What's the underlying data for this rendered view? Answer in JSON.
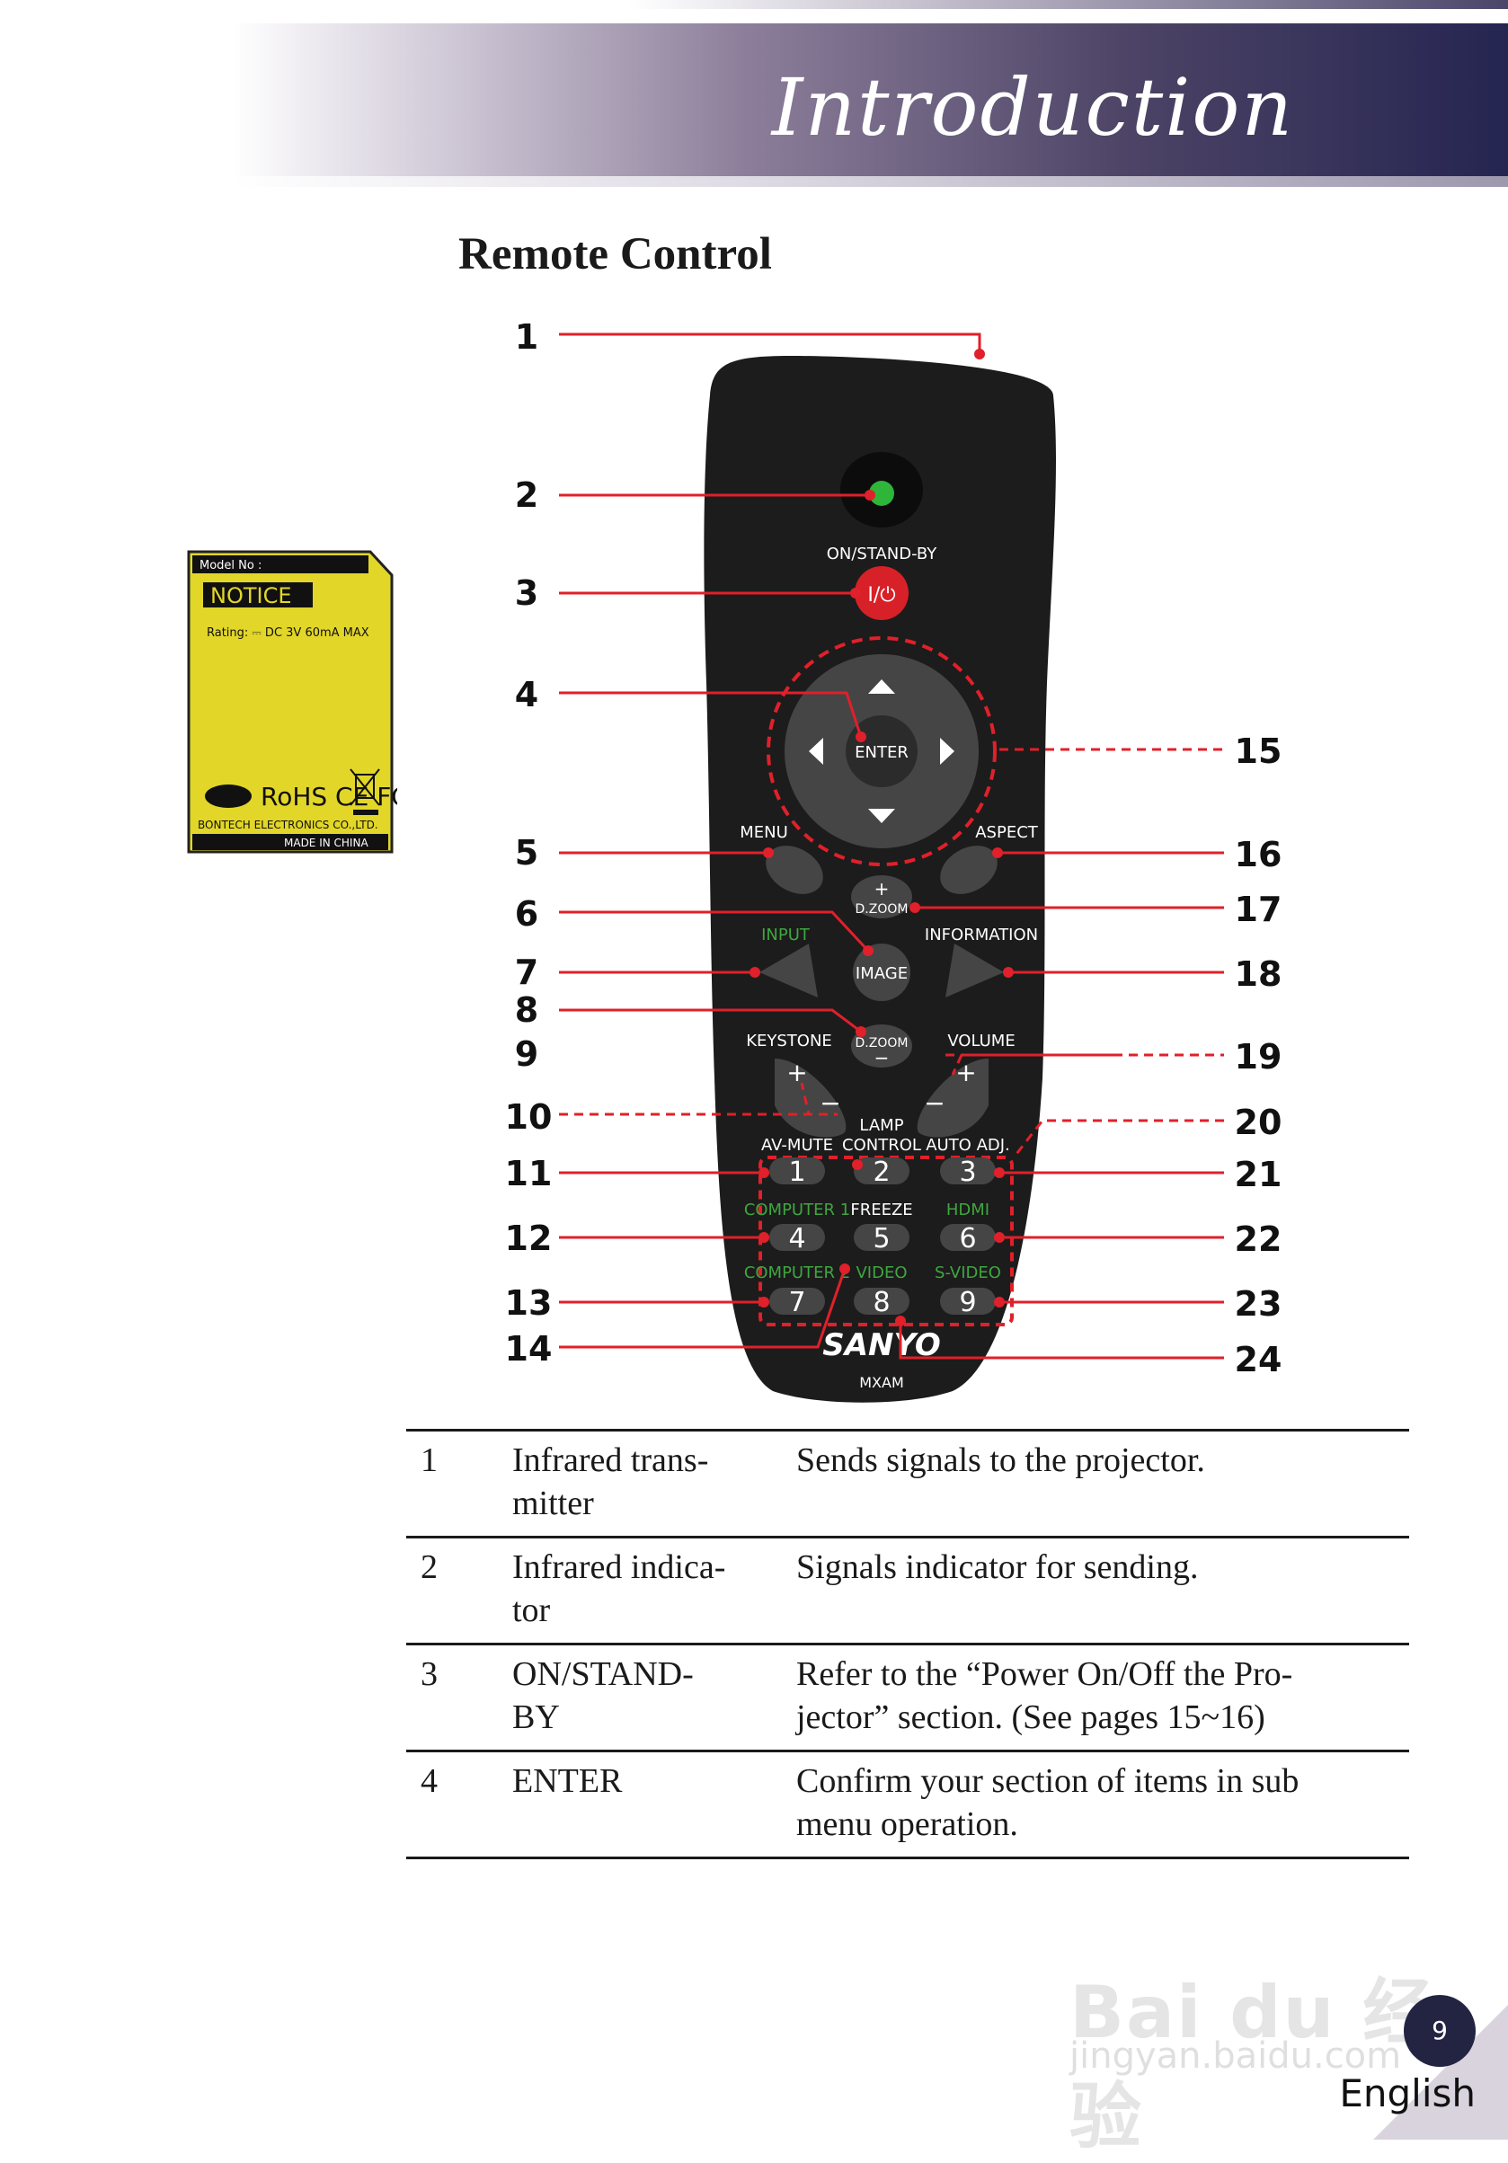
{
  "header": {
    "title": "Introduction"
  },
  "section_title": "Remote Control",
  "sticker": {
    "model_label": "Model No :",
    "notice": "NOTICE",
    "rating": "Rating: ⎓ DC 3V 60mA MAX",
    "maker": "BONTECH ELECTRONICS CO.,LTD.",
    "made_in": "MADE IN CHINA",
    "marks": "RoHS  CE FC"
  },
  "remote": {
    "on_standby": "ON/STAND-BY",
    "power_symbol": "I/⏻",
    "enter": "ENTER",
    "menu": "MENU",
    "aspect": "ASPECT",
    "dzoom": "D.ZOOM",
    "plus": "+",
    "minus": "−",
    "input": "INPUT",
    "information": "INFORMATION",
    "image": "IMAGE",
    "keystone": "KEYSTONE",
    "volume": "VOLUME",
    "lamp": "LAMP",
    "control": "CONTROL",
    "av_mute": "AV-MUTE",
    "auto_adj": "AUTO ADJ.",
    "computer1": "COMPUTER 1",
    "freeze": "FREEZE",
    "hdmi": "HDMI",
    "computer2": "COMPUTER 2",
    "video": "VIDEO",
    "svideo": "S-VIDEO",
    "keys": [
      "1",
      "2",
      "3",
      "4",
      "5",
      "6",
      "7",
      "8",
      "9"
    ],
    "brand": "SANYO",
    "model": "MXAM"
  },
  "callouts_left": [
    "1",
    "2",
    "3",
    "4",
    "5",
    "6",
    "7",
    "8",
    "9",
    "10",
    "11",
    "12",
    "13",
    "14"
  ],
  "callouts_right": [
    "15",
    "16",
    "17",
    "18",
    "19",
    "20",
    "21",
    "22",
    "23",
    "24"
  ],
  "table": [
    {
      "num": "1",
      "name": "Infrared trans-\nmitter",
      "desc": "Sends signals to the projector."
    },
    {
      "num": "2",
      "name": "Infrared indica-\ntor",
      "desc": "Signals indicator for sending."
    },
    {
      "num": "3",
      "name": "ON/STAND-\nBY",
      "desc": "Refer to the “Power On/Off the Pro-\njector” section. (See pages 15~16)"
    },
    {
      "num": "4",
      "name": "ENTER",
      "desc": "Confirm your section of items in sub\nmenu operation."
    }
  ],
  "footer": {
    "page": "9",
    "language": "English"
  },
  "watermark": {
    "brand": "Bai du 经验",
    "url": "jingyan.baidu.com"
  },
  "colors": {
    "header_dark": "#252551",
    "callout_red": "#e0202a",
    "sticker_yellow": "#e2d629",
    "remote_body": "#1c1c1c"
  }
}
